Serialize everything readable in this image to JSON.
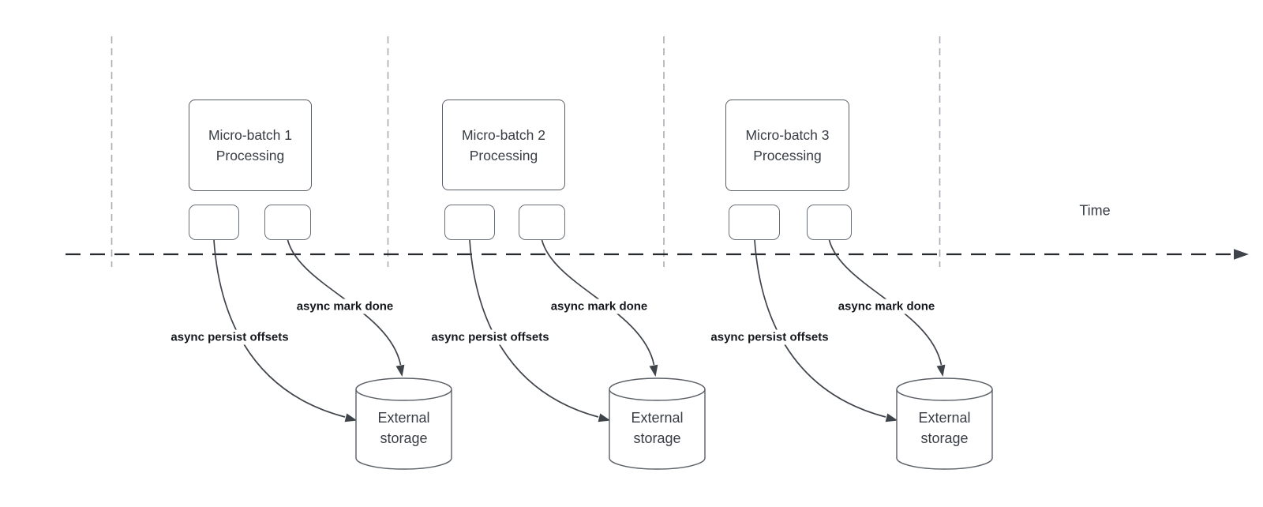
{
  "diagram": {
    "time_label": "Time",
    "batches": [
      {
        "title": "Micro-batch 1\nProcessing",
        "persist_label": "async persist offsets",
        "markdone_label": "async mark done",
        "storage_label": "External\nstorage"
      },
      {
        "title": "Micro-batch 2\nProcessing",
        "persist_label": "async persist offsets",
        "markdone_label": "async mark done",
        "storage_label": "External\nstorage"
      },
      {
        "title": "Micro-batch 3\nProcessing",
        "persist_label": "async persist offsets",
        "markdone_label": "async mark done",
        "storage_label": "External\nstorage"
      }
    ],
    "colors": {
      "curve": "#3f444b",
      "axis": "#26292e",
      "gridline": "#a9adb3",
      "box_border": "#5a5f66",
      "text": "#383d44",
      "bold_label_text": "#15181c"
    }
  }
}
